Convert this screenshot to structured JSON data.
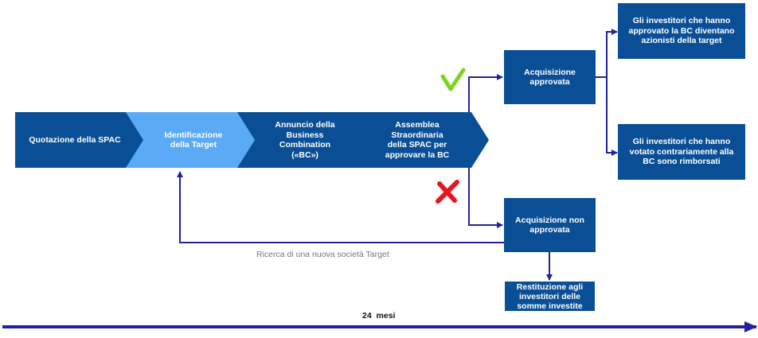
{
  "colors": {
    "primary_blue": "#0a4f96",
    "light_blue": "#5aaaf6",
    "line_navy": "#22229a",
    "check_green": "#7ed321",
    "cross_red": "#e8141e",
    "label_gray": "#777777"
  },
  "steps": [
    {
      "label": "Quotazione della SPAC"
    },
    {
      "label": "Identificazione della Target"
    },
    {
      "label": "Annuncio della Business Combination («BC»)"
    },
    {
      "label": "Assemblea Straordinaria della SPAC per approvare la BC"
    }
  ],
  "outcomes": {
    "approved": {
      "label": "Acquisizione approvata",
      "icon": "checkmark-icon"
    },
    "rejected": {
      "label": "Acquisizione non approvata",
      "icon": "cross-icon"
    }
  },
  "results": {
    "approved_shareholders": "Gli investitori che hanno approvato la BC diventano azionisti della target",
    "dissenting_refunded": "Gli investitori che hanno votato contrariamente alla BC sono rimborsati",
    "refund_all": "Restituzione agli investitori delle somme investite"
  },
  "loop_label": "Ricerca di una nuova società Target",
  "timeline": {
    "label": "24  mesi"
  }
}
